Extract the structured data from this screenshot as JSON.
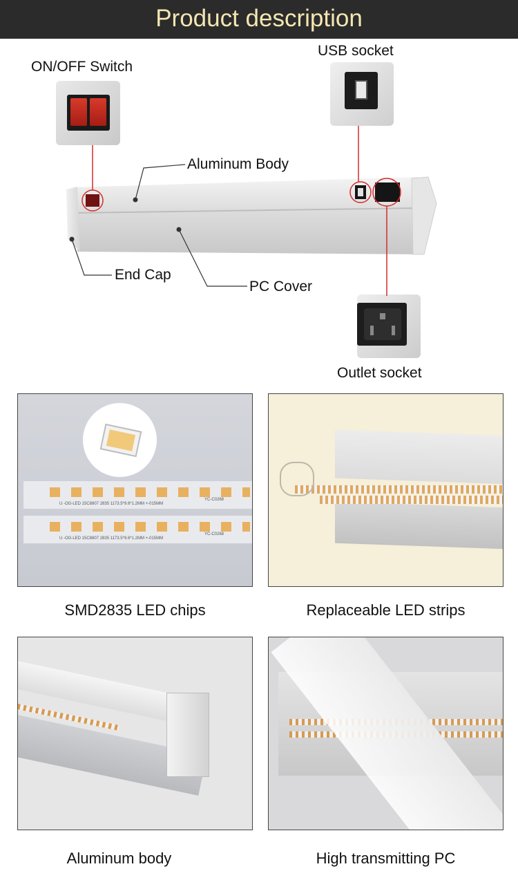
{
  "header": {
    "title": "Product description"
  },
  "diagram": {
    "labels": {
      "switch": "ON/OFF Switch",
      "usb": "USB socket",
      "aluminum": "Aluminum Body",
      "endcap": "End Cap",
      "pccover": "PC Cover",
      "outlet": "Outlet socket"
    },
    "callout_color": "#d42a2a"
  },
  "gallery": {
    "items": [
      {
        "caption": "SMD2835 LED chips"
      },
      {
        "caption": "Replaceable LED strips"
      },
      {
        "caption": "Aluminum body"
      },
      {
        "caption": "High transmitting PC"
      }
    ]
  },
  "strip_print": {
    "text": "U -OG-LED 15C8807 2835 1173.5*9.6*1.2MM +-015MM",
    "code": "YC-C0268"
  }
}
